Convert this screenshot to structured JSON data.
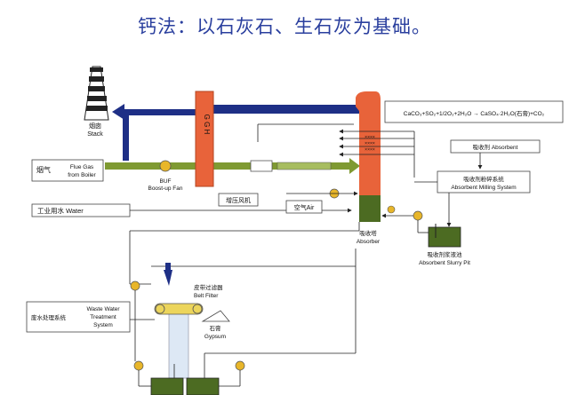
{
  "title": "钙法：以石灰石、生石灰为基础。",
  "labels": {
    "stack_cn": "烟囱",
    "stack_en": "Stack",
    "flue_cn": "烟气",
    "flue_en1": "Flue Gas",
    "flue_en2": "from Boiler",
    "buf1": "BUF",
    "buf2": "Boost-up Fan",
    "ggh": "G G H",
    "fan_cn": "增压风机",
    "water": "工业用水 Water",
    "air": "空气Air",
    "absorber_cn": "吸收塔",
    "absorber_en": "Absorber",
    "reaction": "CaCO₃+SO₂+1/2O₂+2H₂O → CaSO₄·2H₂O(石膏)+CO₂",
    "absorbent": "吸收剂  Absorbent",
    "milling_cn": "吸收剂粉碎系统",
    "milling_en": "Absorbent Milling System",
    "slurry_cn": "吸收剂浆液池",
    "slurry_en": "Absorbent Slurry Pit",
    "belt_cn": "皮带过滤器",
    "belt_en": "Belt Filter",
    "gypsum_cn": "石膏",
    "gypsum_en": "Gypsum",
    "wastewater_cn": "废水处理系统",
    "wastewater_en1": "Waste Water",
    "wastewater_en2": "Treatment",
    "wastewater_en3": "System"
  },
  "colors": {
    "title": "#2a3f9e",
    "clean_gas": "#1e2f86",
    "flue_gas": "#7f9a32",
    "ggh": "#e8633a",
    "absorber_top": "#e8633a",
    "absorber_bottom": "#4c6b22",
    "pump": "#e8b62a",
    "filter": "#ecd55c"
  }
}
